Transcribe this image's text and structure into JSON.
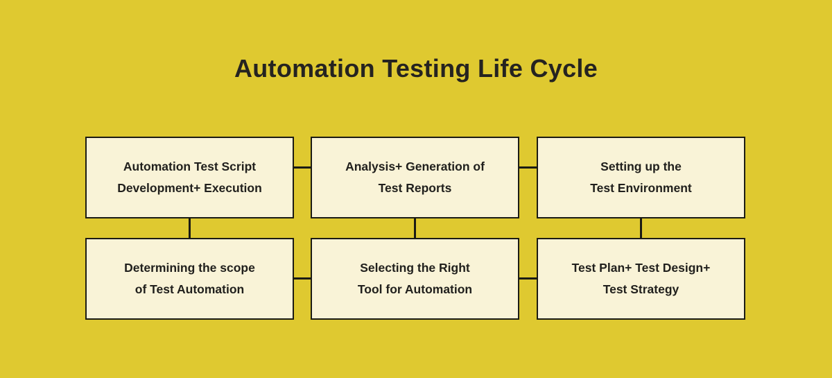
{
  "title": "Automation Testing Life Cycle",
  "colors": {
    "background": "#dfc930",
    "box_fill": "#f9f3d7",
    "box_border": "#1b1b15",
    "text": "#21201d",
    "title_text": "#252320"
  },
  "boxes": [
    {
      "line1": "Automation Test Script",
      "line2": "Development+ Execution"
    },
    {
      "line1": "Analysis+ Generation of",
      "line2": "Test Reports"
    },
    {
      "line1": "Setting up the",
      "line2": "Test Environment"
    },
    {
      "line1": "Determining the scope",
      "line2": "of Test Automation"
    },
    {
      "line1": "Selecting the Right",
      "line2": "Tool for Automation"
    },
    {
      "line1": "Test Plan+ Test Design+",
      "line2": "Test Strategy"
    }
  ]
}
